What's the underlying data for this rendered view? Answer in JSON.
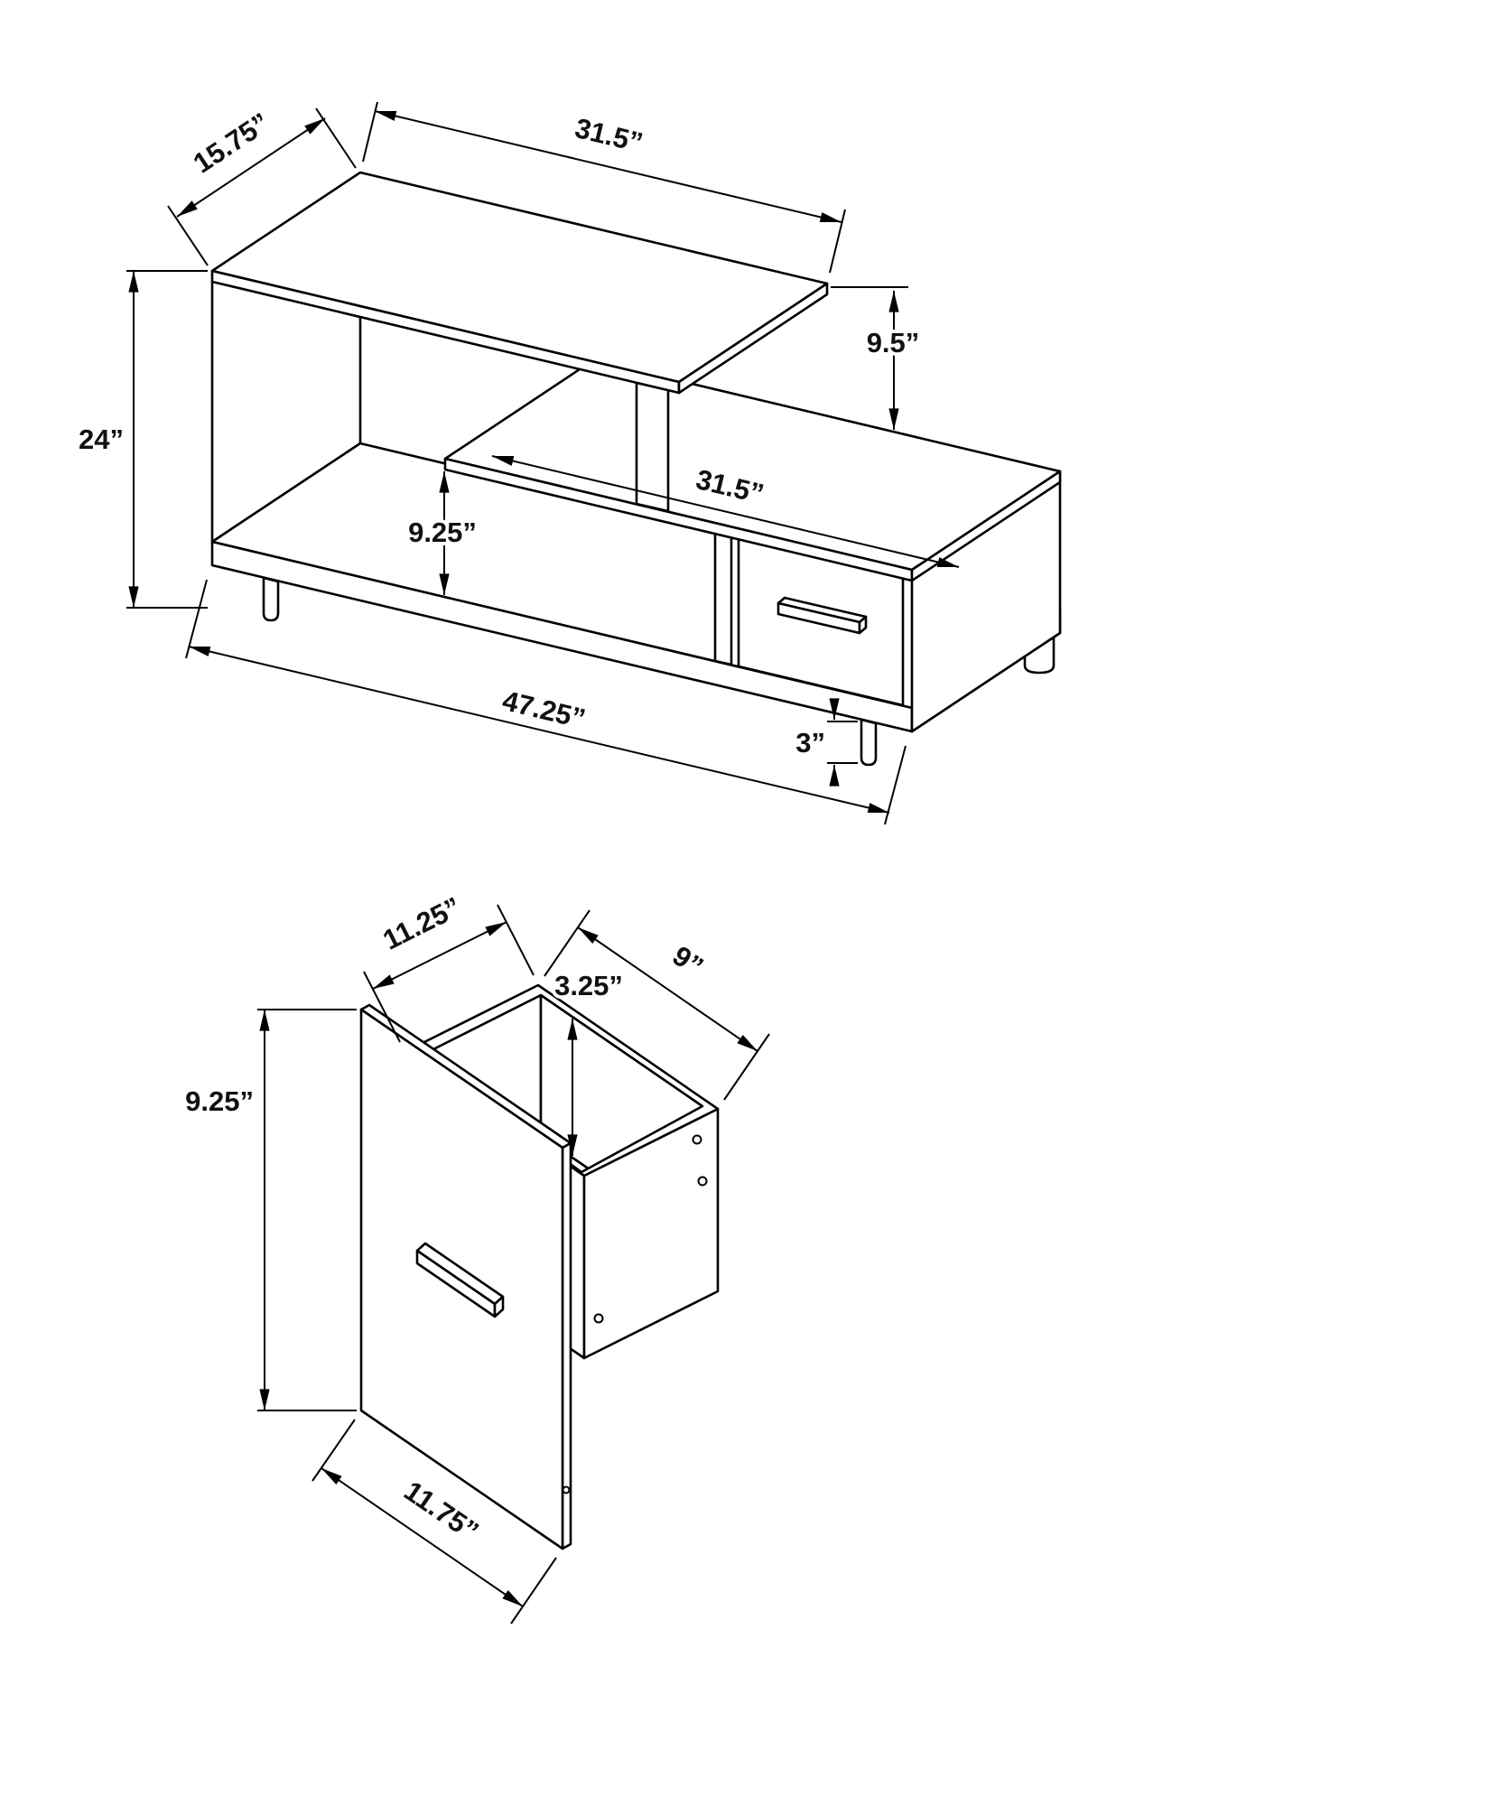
{
  "page": {
    "background": "#ffffff",
    "line_color": "#000000"
  },
  "main_view": {
    "title": "tv-stand-dimension-drawing",
    "dims": {
      "top_depth": "15.75”",
      "top_width": "31.5”",
      "height_total": "24”",
      "top_to_shelf": "9.5”",
      "shelf_width": "31.5”",
      "opening_height": "9.25”",
      "width_total": "47.25”",
      "leg_height": "3”"
    }
  },
  "drawer_view": {
    "title": "drawer-dimension-drawing",
    "dims": {
      "depth": "11.25”",
      "width": "9”",
      "inner_height": "3.25”",
      "front_height": "9.25”",
      "front_width": "11.75”"
    }
  }
}
